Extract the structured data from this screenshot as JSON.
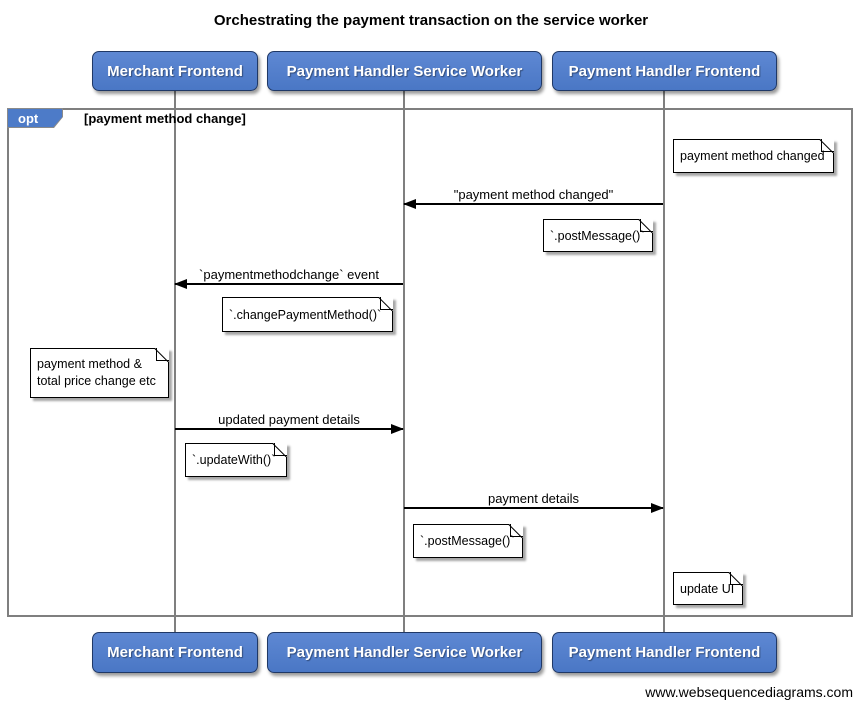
{
  "title": "Orchestrating the payment transaction on the service worker",
  "actors": [
    {
      "id": "merchant-frontend",
      "label": "Merchant Frontend"
    },
    {
      "id": "payment-handler-service-worker",
      "label": "Payment Handler Service Worker"
    },
    {
      "id": "payment-handler-frontend",
      "label": "Payment Handler Frontend"
    }
  ],
  "fragment": {
    "operator": "opt",
    "guard": "[payment method change]"
  },
  "messages": [
    {
      "label": "\"payment method changed\"",
      "from": "Payment Handler Frontend",
      "to": "Payment Handler Service Worker",
      "direction": "left"
    },
    {
      "label": "`paymentmethodchange` event",
      "from": "Payment Handler Service Worker",
      "to": "Merchant Frontend",
      "direction": "left"
    },
    {
      "label": "updated payment details",
      "from": "Merchant Frontend",
      "to": "Payment Handler Service Worker",
      "direction": "right"
    },
    {
      "label": "payment details",
      "from": "Payment Handler Service Worker",
      "to": "Payment Handler Frontend",
      "direction": "right"
    }
  ],
  "notes": [
    {
      "text": "payment method changed",
      "anchor": "right of Payment Handler Frontend"
    },
    {
      "text": "`.postMessage()`",
      "anchor": "left of Payment Handler Frontend"
    },
    {
      "text": "`.changePaymentMethod()`",
      "anchor": "left of Payment Handler Service Worker"
    },
    {
      "lines": [
        "payment method &",
        "total price change etc"
      ],
      "anchor": "left of Merchant Frontend"
    },
    {
      "text": "`.updateWith()`",
      "anchor": "right of Merchant Frontend"
    },
    {
      "text": "`.postMessage()`",
      "anchor": "right of Payment Handler Service Worker"
    },
    {
      "text": "update UI",
      "anchor": "right of Payment Handler Frontend"
    }
  ],
  "footer": {
    "credit": "www.websequencediagrams.com"
  },
  "colors": {
    "actor_fill": "#4d7bc8",
    "actor_border": "#1f3866",
    "frame_border": "#7f7f7f",
    "lifeline": "#7f7f7f",
    "note_fill": "#ffffff",
    "arrow": "#000000",
    "background": "#ffffff"
  }
}
